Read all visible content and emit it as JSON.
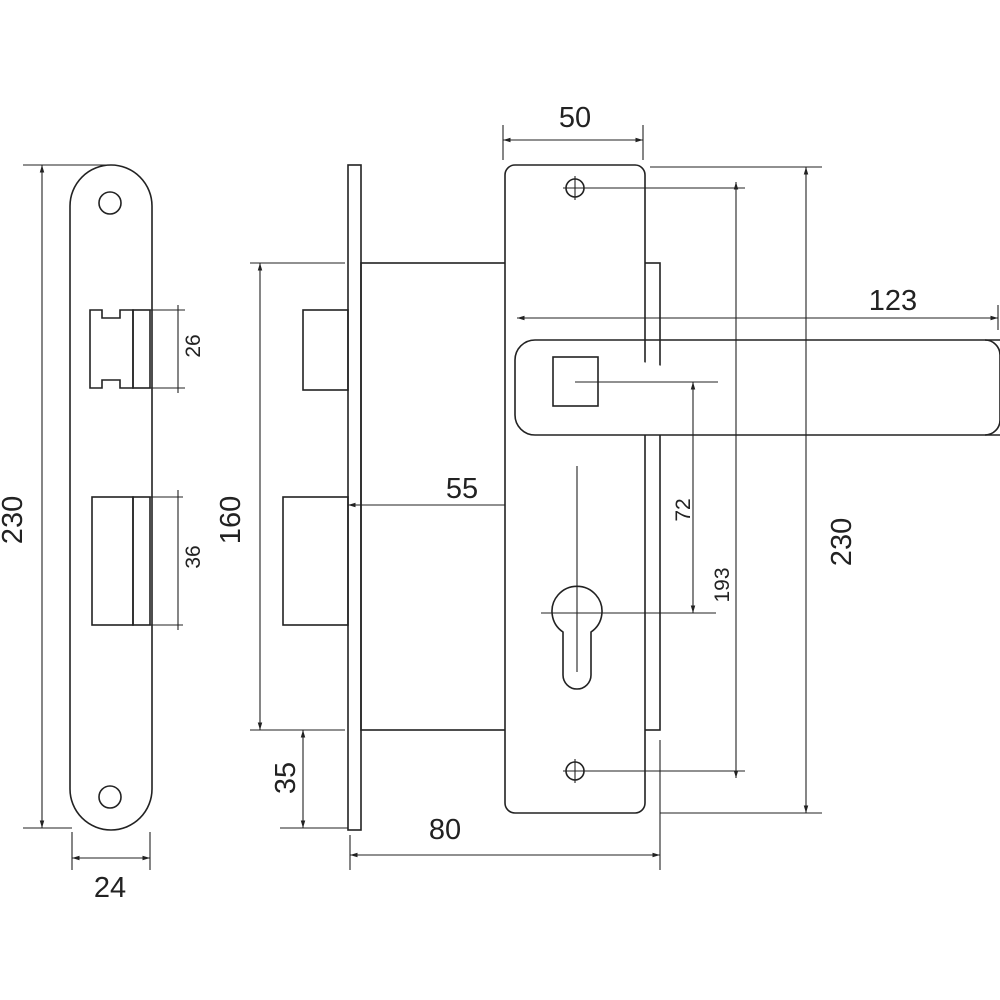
{
  "dimensions": {
    "strike_height": "230",
    "strike_width": "24",
    "latch_height": "26",
    "bolt_height": "36",
    "case_height": "160",
    "bolt_offset": "35",
    "backset": "55",
    "lock_depth": "80",
    "escutcheon_width": "50",
    "handle_length": "123",
    "spindle_to_cylinder": "72",
    "screw_spacing": "193",
    "escutcheon_height": "230"
  },
  "colors": {
    "line": "#222222",
    "background": "#ffffff"
  }
}
